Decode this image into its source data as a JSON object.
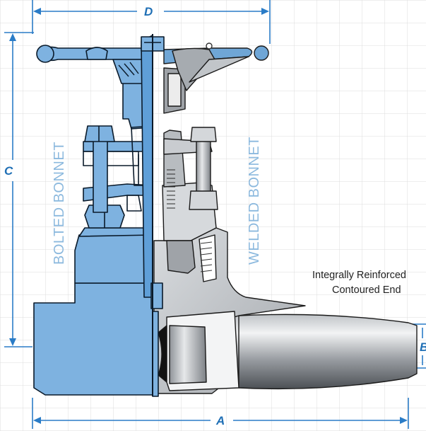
{
  "colors": {
    "grid": "#dcdcdc",
    "dimension": "#2a7cc7",
    "bolted_blue": "#7eb2e0",
    "bolted_outline": "#0a1a2a",
    "steel_light": "#e4e6e8",
    "steel_mid": "#a9adb2",
    "steel_dark": "#5f6368",
    "label_light_blue": "#8cb9de"
  },
  "dimensions": {
    "D": "D",
    "C": "C",
    "A": "A",
    "B": "B"
  },
  "labels": {
    "bolted": "BOLTED BONNET",
    "welded": "WELDED BONNET",
    "end_note_line1": "Integrally Reinforced",
    "end_note_line2": "Contoured End"
  }
}
